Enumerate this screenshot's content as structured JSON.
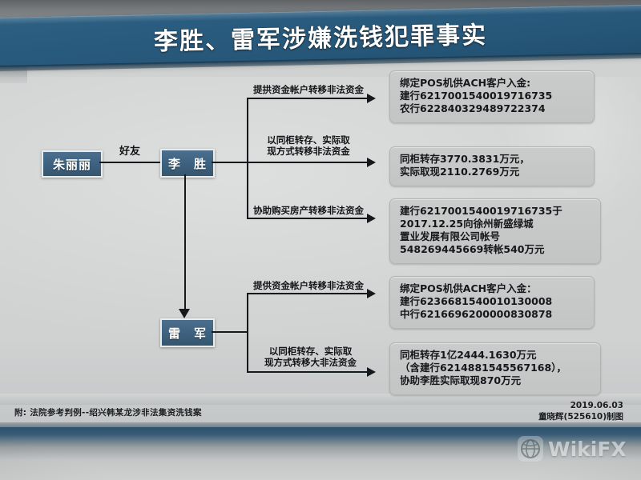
{
  "banner": {
    "title": "李胜、雷军涉嫌洗钱犯罪事实",
    "bg_color": "#2a5c7f",
    "text_color": "#ffffff"
  },
  "nodes": [
    {
      "id": "zhu",
      "label": "朱丽丽"
    },
    {
      "id": "li",
      "label": "李　胜"
    },
    {
      "id": "lei",
      "label": "雷　军"
    }
  ],
  "relation_labels": {
    "friend": "好友"
  },
  "edges": [
    {
      "from": "li",
      "label": "提拱资金帐户转移非法资金",
      "to_box": 0
    },
    {
      "from": "li",
      "label": "以同柜转存、实际取\n现方式转移非法资金",
      "to_box": 1
    },
    {
      "from": "li",
      "label": "协助购买房产转移非法资金",
      "to_box": 2
    },
    {
      "from": "lei",
      "label": "提供资金帐户转移非法资金",
      "to_box": 3
    },
    {
      "from": "lei",
      "label": "以同柜转存、实际取\n现方式转移大非法资金",
      "to_box": 4
    }
  ],
  "boxes": [
    {
      "lines": [
        "绑定POS机供ACH客户入金:",
        "建行6217001540019716735",
        "农行622840329489722374"
      ]
    },
    {
      "lines": [
        "同柜转存3770.3831万元，",
        "实际取现2110.2769万元"
      ]
    },
    {
      "lines": [
        "建行6217001540019716735于",
        "2017.12.25向徐州新盛绿城",
        "置业发展有限公司帐号",
        "548269445669转帐540万元"
      ]
    },
    {
      "lines": [
        "绑定POS机供ACH客户入金：",
        "建行6236681540010130008",
        "中行6216696200000830878"
      ]
    },
    {
      "lines": [
        "同柜转存1亿2444.1630万元",
        "（含建行6214881545567168），",
        "协助李胜实际取现870万元"
      ]
    }
  ],
  "footnote": "附: 法院参考判例--绍兴韩某龙涉非法集资洗钱案",
  "credit": {
    "date": "2019.06.03",
    "author": "童晓辉(525610)制图"
  },
  "watermark": {
    "text": "WikiFX",
    "logo_icon": "globe-icon"
  }
}
